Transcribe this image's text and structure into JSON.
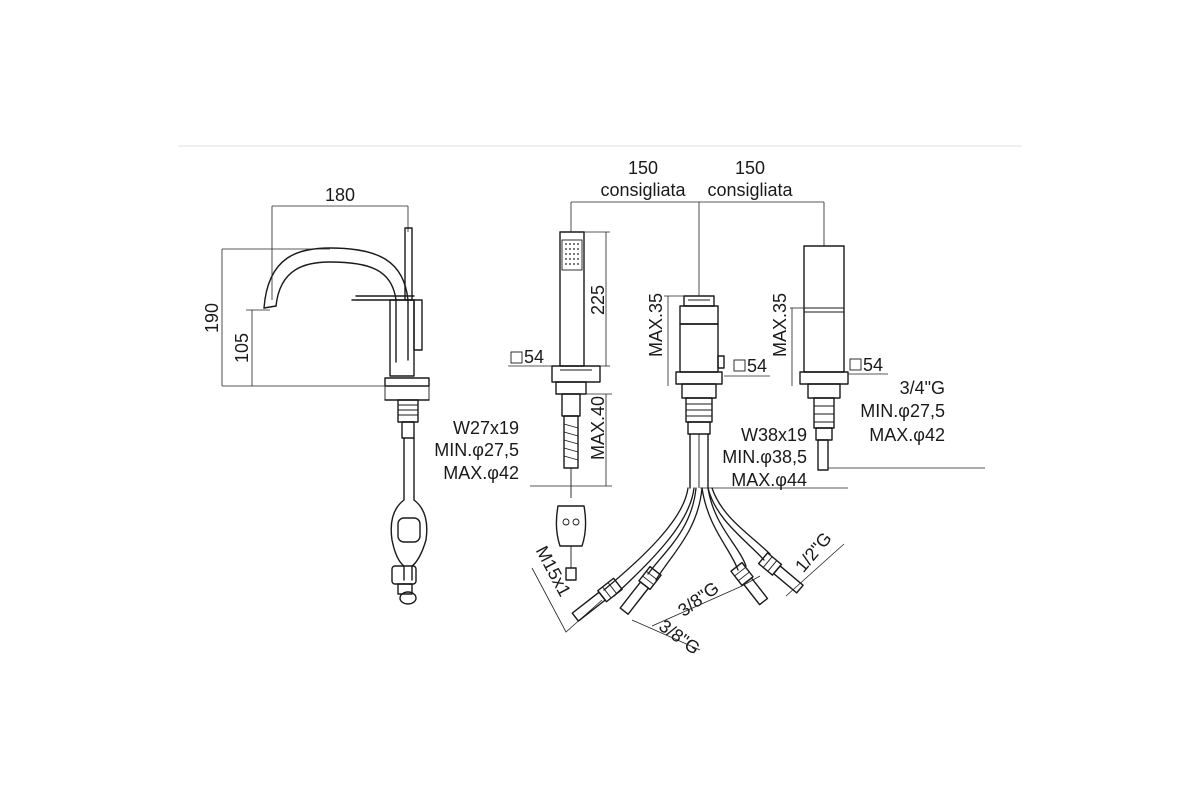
{
  "dimensions": {
    "spout_reach": "180",
    "height_total": "190",
    "height_outlet": "105",
    "spacing_left": "150",
    "spacing_left_note": "consigliata",
    "spacing_right": "150",
    "spacing_right_note": "consigliata",
    "shower_height": "225",
    "shower_max_deck": "MAX.40",
    "diverter_max": "MAX.35",
    "valve_max": "MAX.35"
  },
  "callouts": {
    "square_shower": "54",
    "square_diverter": "54",
    "square_valve": "54",
    "shower_thread": "W27x19",
    "shower_min_hole": "MIN.φ27,5",
    "shower_max_hole": "MAX.φ42",
    "diverter_thread": "W38x19",
    "diverter_min_hole": "MIN.φ38,5",
    "diverter_max_hole": "MAX.φ44",
    "valve_thread": "3/4\"G",
    "valve_min_hole": "MIN.φ27,5",
    "valve_max_hole": "MAX.φ42"
  },
  "connections": {
    "hose_shower": "M15x1",
    "hose_inlet_1": "3/8\"G",
    "hose_inlet_2": "3/8\"G",
    "hose_outlet": "1/2\"G"
  }
}
